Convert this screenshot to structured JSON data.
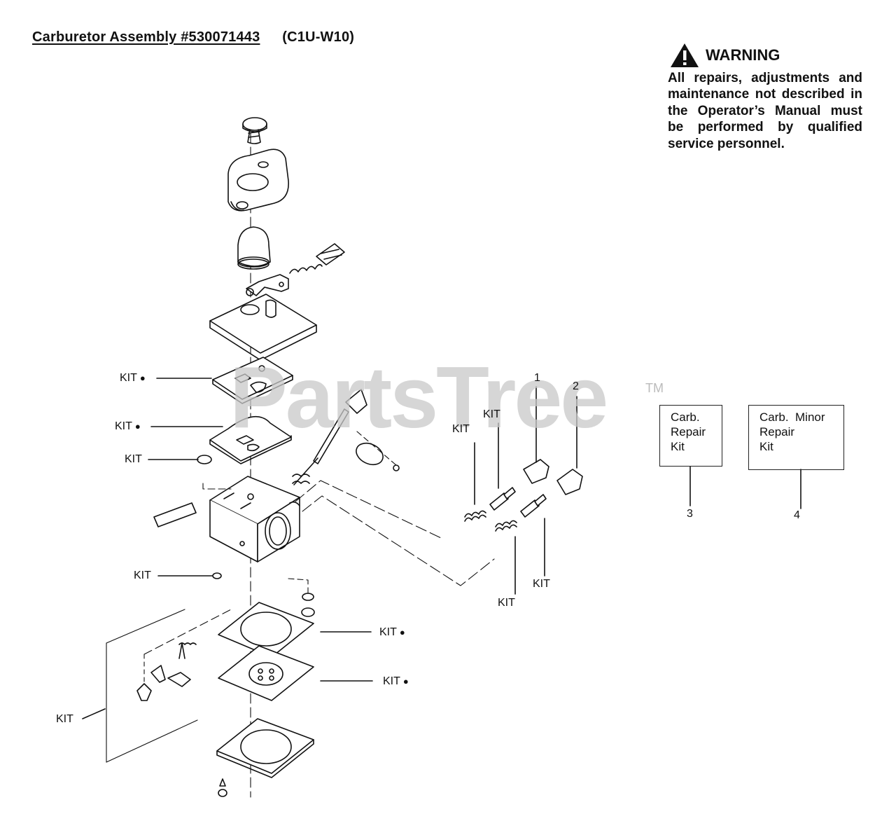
{
  "header": {
    "title": "Carburetor Assembly #530071443",
    "model_code": "(C1U-W10)"
  },
  "warning": {
    "title": "WARNING",
    "text": "All repairs, adjustments and maintenance not described in the Operator’s Manual must be performed by qualified service personnel."
  },
  "callouts": {
    "kit": "KIT",
    "bullet": "●",
    "ref_1": "1",
    "ref_2": "2",
    "ref_3": "3",
    "ref_4": "4"
  },
  "kit_boxes": [
    {
      "lines": [
        "Carb.",
        "Repair",
        "Kit"
      ]
    },
    {
      "lines": [
        "Carb.  Minor",
        "Repair",
        "Kit"
      ]
    }
  ],
  "watermark": {
    "brand": "PartsTree",
    "tm": "TM"
  }
}
